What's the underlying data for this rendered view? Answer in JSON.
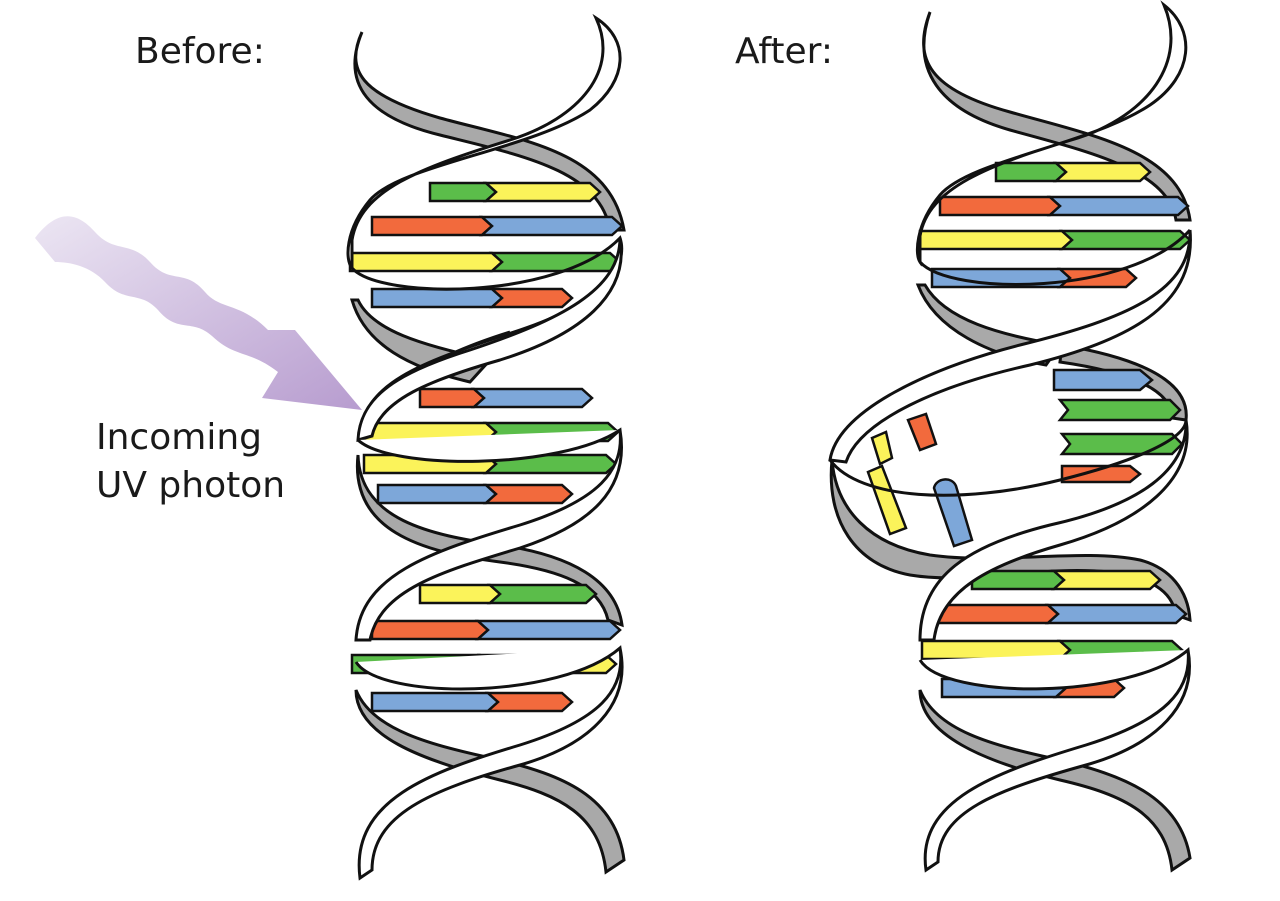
{
  "labels": {
    "before": "Before:",
    "after": "After:",
    "photon_line1": "Incoming",
    "photon_line2": "UV photon"
  },
  "colors": {
    "backbone_back": "#a9a9a9",
    "backbone_front": "#ffffff",
    "outline": "#111111",
    "base_green": "#5bbd4a",
    "base_yellow": "#fbf35a",
    "base_orange": "#f26a3d",
    "base_blue": "#7da7d9",
    "photon": "#b79ccf"
  },
  "icons": {
    "photon": "wavy-arrow-icon",
    "helix_before": "dna-double-helix-icon",
    "helix_after": "damaged-dna-helix-icon"
  },
  "helices": [
    {
      "name": "before",
      "damaged": false,
      "base_pairs": [
        [
          "green",
          "yellow"
        ],
        [
          "orange",
          "blue"
        ],
        [
          "yellow",
          "green"
        ],
        [
          "blue",
          "orange"
        ],
        [
          "orange",
          "blue"
        ],
        [
          "yellow",
          "green"
        ],
        [
          "yellow",
          "green"
        ],
        [
          "blue",
          "orange"
        ],
        [
          "yellow",
          "green"
        ],
        [
          "orange",
          "blue"
        ],
        [
          "green",
          "yellow"
        ],
        [
          "blue",
          "orange"
        ]
      ]
    },
    {
      "name": "after",
      "damaged": true,
      "base_pairs": [
        [
          "green",
          "yellow"
        ],
        [
          "orange",
          "blue"
        ],
        [
          "yellow",
          "green"
        ],
        [
          "blue",
          "orange"
        ],
        [
          "green",
          "yellow"
        ],
        [
          "orange",
          "blue"
        ],
        [
          "yellow",
          "green"
        ],
        [
          "blue",
          "orange"
        ]
      ],
      "broken_pairs": [
        [
          "yellow",
          "blue"
        ],
        [
          "orange",
          "green"
        ],
        [
          "yellow",
          "green"
        ],
        [
          "blue",
          "orange"
        ]
      ]
    }
  ]
}
